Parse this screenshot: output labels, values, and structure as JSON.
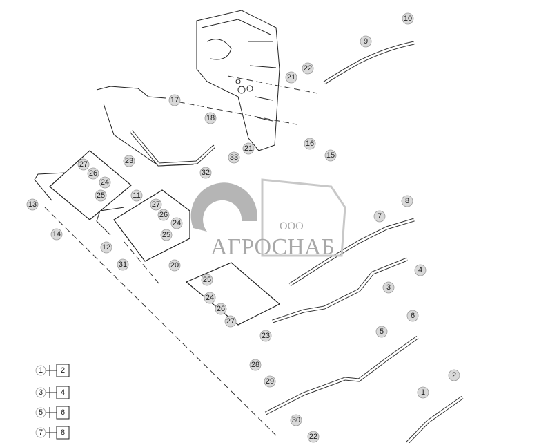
{
  "watermark": {
    "small": "ООО",
    "brand": "АГРОСНАБ"
  },
  "callouts": [
    "10",
    "9",
    "21",
    "22",
    "17",
    "18",
    "16",
    "15",
    "21",
    "33",
    "32",
    "23",
    "27",
    "26",
    "24",
    "25",
    "13",
    "14",
    "11",
    "27",
    "26",
    "24",
    "25",
    "12",
    "31",
    "20",
    "8",
    "7",
    "4",
    "3",
    "25",
    "24",
    "26",
    "27",
    "23",
    "6",
    "5",
    "28",
    "29",
    "1",
    "2",
    "30",
    "22"
  ],
  "legend": [
    {
      "a": "1",
      "b": "2"
    },
    {
      "a": "3",
      "b": "4"
    },
    {
      "a": "5",
      "b": "6"
    },
    {
      "a": "7",
      "b": "8"
    }
  ]
}
